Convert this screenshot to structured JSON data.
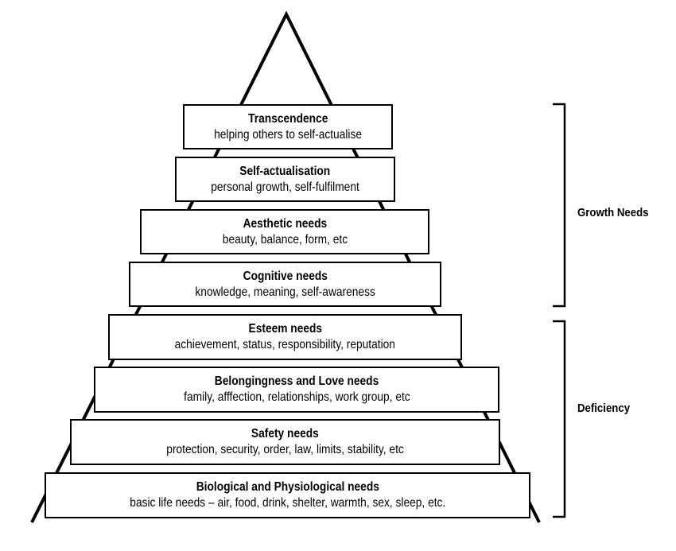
{
  "levels": [
    {
      "title": "Transcendence",
      "desc": "helping others to self-actualise"
    },
    {
      "title": "Self-actualisation",
      "desc": "personal growth, self-fulfilment"
    },
    {
      "title": "Aesthetic needs",
      "desc": "beauty, balance, form, etc"
    },
    {
      "title": "Cognitive needs",
      "desc": "knowledge, meaning, self-awareness"
    },
    {
      "title": "Esteem needs",
      "desc": "achievement, status, responsibility, reputation"
    },
    {
      "title": "Belongingness and Love needs",
      "desc": "family, afffection, relationships, work group, etc"
    },
    {
      "title": "Safety needs",
      "desc": "protection, security, order, law, limits, stability, etc"
    },
    {
      "title": "Biological and Physiological needs",
      "desc": "basic life needs – air, food, drink, shelter, warmth, sex, sleep, etc."
    }
  ],
  "groups": {
    "growth": "Growth Needs",
    "deficiency": "Deficiency"
  }
}
